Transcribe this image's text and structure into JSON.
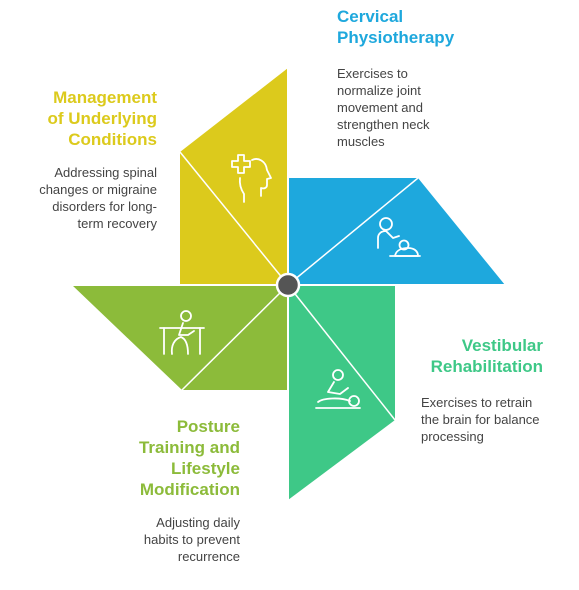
{
  "colors": {
    "cervical": "#1ea8dd",
    "vestibular": "#3ec887",
    "posture": "#8cbb3a",
    "management": "#dcca1c",
    "hub": "#555555"
  },
  "segments": [
    {
      "title": "Cervical\nPhysiotherapy",
      "description": "Exercises to\nnormalize joint\nmovement and\nstrengthen neck\nmuscles",
      "icon": "physiotherapist-treating-patient-icon"
    },
    {
      "title": "Vestibular\nRehabilitation",
      "description": "Exercises to retrain\nthe brain for balance\nprocessing",
      "icon": "massage-therapy-icon"
    },
    {
      "title": "Posture\nTraining and\nLifestyle\nModification",
      "description": "Adjusting daily\nhabits to prevent\nrecurrence",
      "icon": "person-at-desk-icon"
    },
    {
      "title": "Management\nof Underlying\nConditions",
      "description": "Addressing spinal\nchanges or migraine\ndisorders for long-\nterm recovery",
      "icon": "head-with-medical-cross-icon"
    }
  ]
}
